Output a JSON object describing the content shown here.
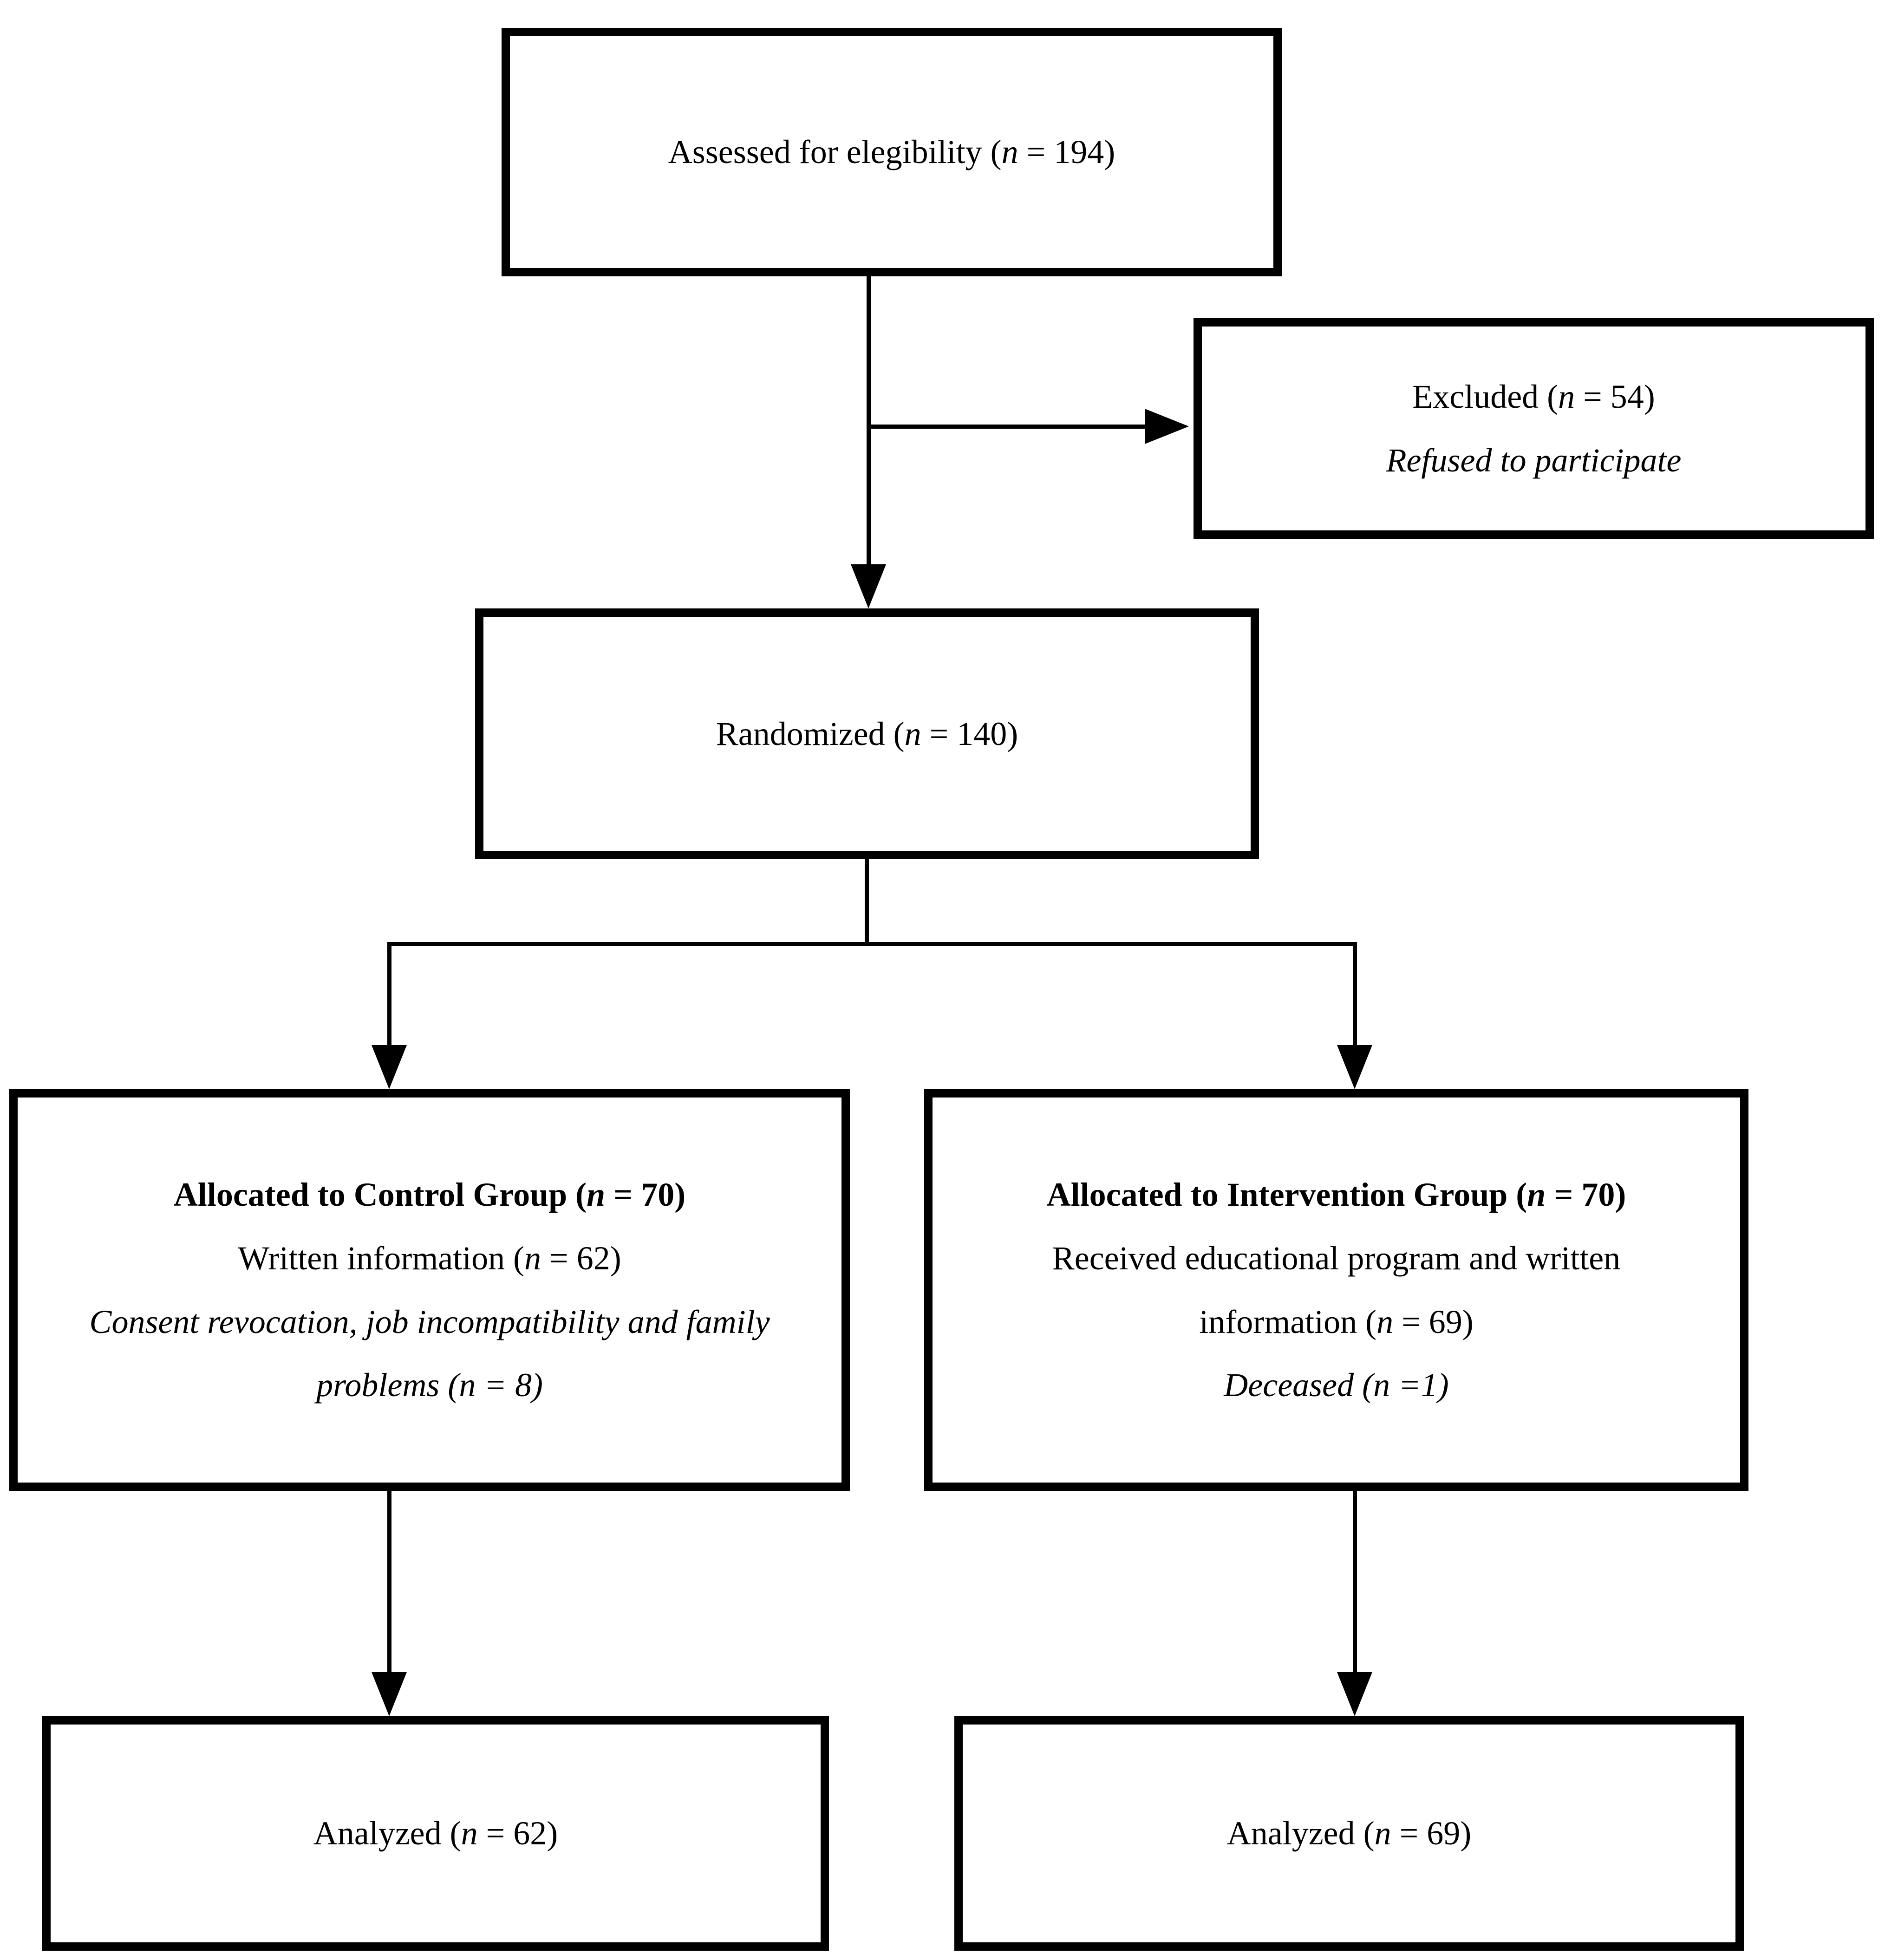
{
  "diagram": {
    "background": "#ffffff",
    "line_color": "#000000",
    "text_color": "#000000",
    "boxes": {
      "assessed": {
        "label": {
          "pre": "Assessed for elegibility (",
          "var": "n",
          "post": " = 194)"
        }
      },
      "excluded": {
        "count": {
          "pre": "Excluded (",
          "var": "n",
          "post": " = 54)"
        },
        "reason": "Refused to participate"
      },
      "randomized": {
        "label": {
          "pre": "Randomized (",
          "var": "n",
          "post": " = 140)"
        }
      },
      "control_group": {
        "title": {
          "pre": "Allocated to Control Group (",
          "var": "n",
          "post": " = 70)"
        },
        "received": {
          "pre": "Written information (",
          "var": "n",
          "post": " = 62)"
        },
        "losses": "Consent revocation, job incompatibility and family problems (n = 8)"
      },
      "intervention_group": {
        "title": {
          "pre": "Allocated to Intervention Group (",
          "var": "n",
          "post": " = 70)"
        },
        "received": {
          "pre": "Received educational program and written information (",
          "var": "n",
          "post": " = 69)"
        },
        "losses": "Deceased (n =1)"
      },
      "analyzed_control": {
        "label": {
          "pre": "Analyzed (",
          "var": "n",
          "post": " = 62)"
        }
      },
      "analyzed_intervention": {
        "label": {
          "pre": "Analyzed (",
          "var": "n",
          "post": " = 69)"
        }
      }
    }
  }
}
